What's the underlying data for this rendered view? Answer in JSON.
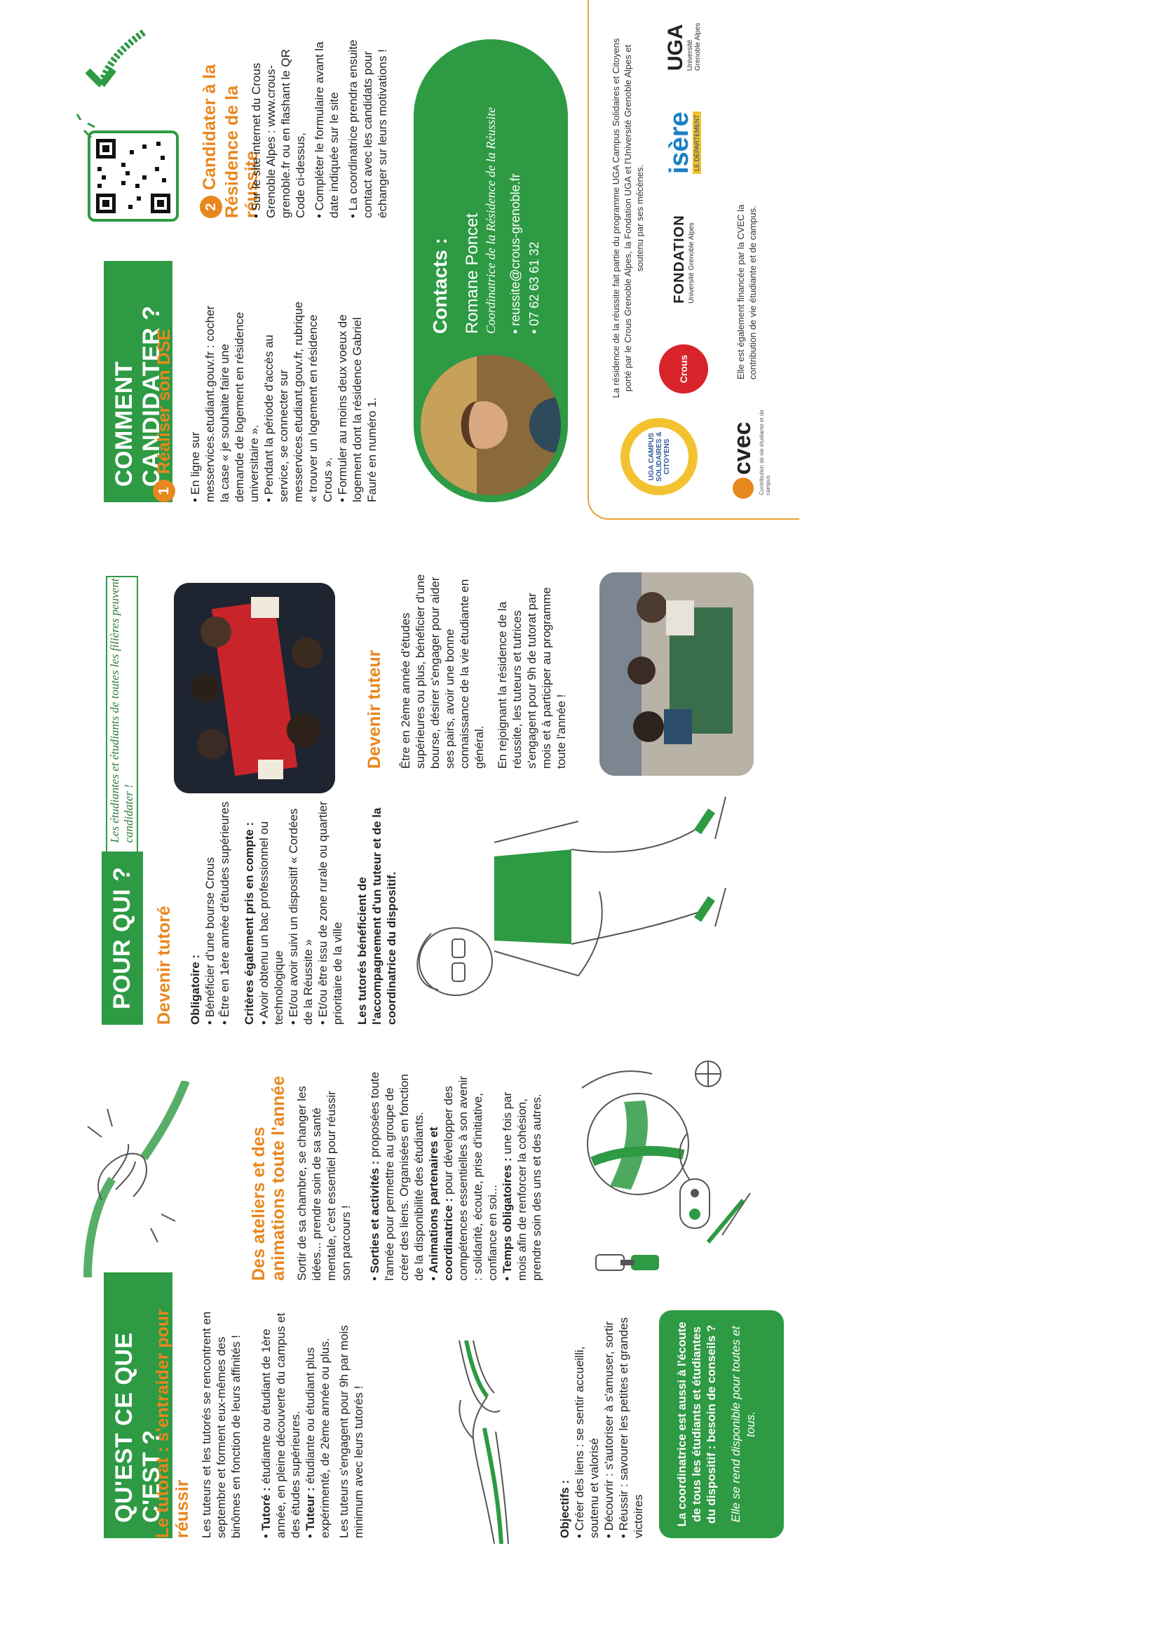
{
  "panel1": {
    "header": "QU'EST CE QUE C'EST ?",
    "subtitle": "Le tutorat : s'entraider pour réussir",
    "intro": "Les tuteurs et les tutorés se rencontrent en septembre et forment eux-mêmes des binômes en fonction de leurs affinités !",
    "tutore_label": "Tutoré :",
    "tutore_text": " étudiante ou étudiant de 1ère année, en pleine découverte du campus et des études supérieures.",
    "tuteur_label": "Tuteur :",
    "tuteur_text": " étudiante ou étudiant plus expérimenté, de 2ème année ou plus.",
    "engagement": "Les tuteurs s'engagent pour 9h par mois minimum avec leurs tutorés !",
    "objectifs_title": "Objectifs :",
    "objectifs": [
      "Créer des liens : se sentir accueilli, soutenu et valorisé",
      "Découvrir : s'autoriser à s'amuser, sortir",
      "Réussir : savourer les petites et grandes victoires"
    ],
    "box_bold": "La coordinatrice est aussi à l'écoute de tous les étudiants et étudiantes du dispositif : besoin de conseils ?",
    "box_italic": "Elle se rend disponible pour toutes et tous.",
    "ateliers_title": "Des ateliers et des animations toute l'année",
    "ateliers_intro": "Sortir de sa chambre, se changer les idées... prendre soin de sa santé mentale, c'est essentiel pour réussir son parcours !",
    "sorties_label": "Sorties et activités :",
    "sorties_text": " proposées toute l'année pour permettre au groupe de créer des liens. Organisées en fonction de la disponibilité des étudiants.",
    "animations_label": "Animations partenaires et coordinatrice :",
    "animations_text": " pour développer des compétences essentielles à son avenir : solidarité, écoute, prise d'initiative, confiance en soi...",
    "temps_label": "Temps obligatoires :",
    "temps_text": " une fois par mois afin de renforcer la cohésion, prendre soin des uns et des autres."
  },
  "panel2": {
    "header": "POUR QUI ?",
    "tagline": "Les étudiantes et étudiants de toutes les filières peuvent candidater !",
    "tutore_title": "Devenir tutoré",
    "obligatoire_title": "Obligatoire :",
    "obligatoire": [
      "Bénéficier d'une bourse Crous",
      "Être en 1ère année d'études supérieures"
    ],
    "criteres_title": "Critères également pris en compte :",
    "criteres": [
      "Avoir obtenu un bac professionnel ou technologique",
      "Et/ou avoir suivi un dispositif « Cordées de la Réussite »",
      "Et/ou être issu de zone rurale ou quartier prioritaire de la ville"
    ],
    "accompagnement": "Les tutorés bénéficient de l'accompagnement d'un tuteur et de la coordinatrice du dispositif.",
    "tuteur_title": "Devenir tuteur",
    "tuteur_text1": "Être en 2ème année d'études supérieures ou plus, bénéficier d'une bourse, désirer s'engager pour aider ses pairs, avoir une bonne connaissance de la vie étudiante en général.",
    "tuteur_text2": "En rejoignant la résidence de la réussite, les tuteurs et tutrices s'engagent pour 9h de tutorat par mois et à participer au programme toute l'année !"
  },
  "panel3": {
    "header": "COMMENT CANDIDATER ?",
    "step1_num": "1",
    "step1_title": "Réaliser son DSE",
    "step1_items": [
      "En ligne sur messervices.etudiant.gouv.fr : cocher la case « je souhaite faire une demande de logement en résidence universitaire ».",
      "Pendant la période d'accès au service, se connecter sur messervices.etudiant.gouv.fr, rubrique « trouver un logement en résidence Crous ».",
      "Formuler au moins deux voeux de logement dont la résidence Gabriel Fauré en numéro 1."
    ],
    "step2_num": "2",
    "step2_title": "Candidater à la Résidence de la réussite",
    "step2_items": [
      "Sur le site internet du Crous Grenoble Alpes : www.crous-grenoble.fr ou en flashant le QR Code ci-dessus,",
      "Compléter le formulaire avant la date indiquée sur le site",
      "La coordinatrice prendra ensuite contact avec les candidats pour échanger sur leurs motivations !"
    ],
    "contacts_title": "Contacts :",
    "contact_name": "Romane Poncet",
    "contact_role": "Coordinatrice de la Résidence de la Réussite",
    "contact_email": "reussite@crous-grenoble.fr",
    "contact_phone": "07 62 63 61 32",
    "partners_text": "La résidence de la réussite fait partie du programme UGA Campus Solidaires et Citoyens porté par le Crous Grenoble Alpes, la Fondation UGA et l'Université Grenoble Alpes et soutenu par ses mécènes.",
    "badge_text": "UGA CAMPUS SOLIDAIRES & CITOYENS",
    "logo_crous": "Crous",
    "logo_fondation": "FONDATION",
    "logo_fondation_sub": "Université Grenoble Alpes",
    "logo_isere": "isère",
    "logo_isere_sub": "LE DÉPARTEMENT",
    "logo_uga": "UGA",
    "logo_uga_sub": "Université Grenoble Alpes",
    "logo_cvec": "cvec",
    "logo_cvec_sub": "Contribution de vie étudiante et de campus",
    "cvec_text": "Elle est également financée par la CVEC la contribution de vie étudiante et de campus."
  },
  "colors": {
    "green": "#2e9a44",
    "orange": "#e8871e",
    "yellow": "#f2c230"
  }
}
